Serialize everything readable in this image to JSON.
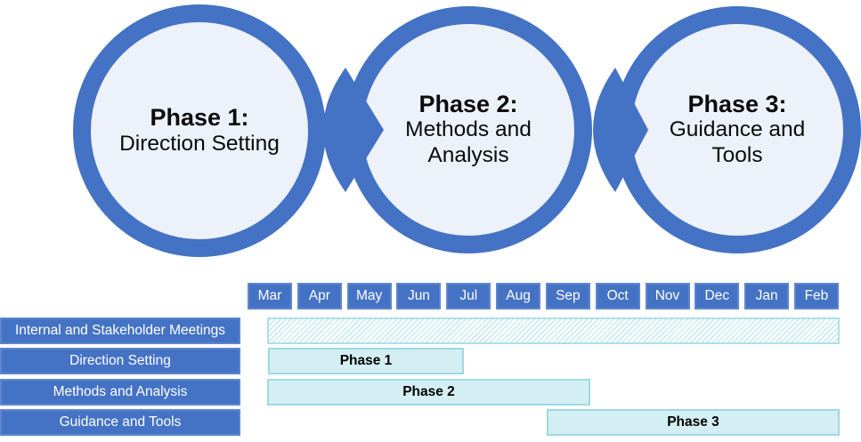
{
  "colors": {
    "blue": "#4472C4",
    "box_border": "#5E86CE",
    "circle_fill": "#EDF1FA",
    "bar_fill": "#D4EFF4",
    "bar_border": "#9FD9E3",
    "hatch_stripe": "#C9EBF1",
    "hatch_border": "#AEE0EA"
  },
  "diagram": {
    "phases": [
      {
        "title": "Phase 1:",
        "subtitle": "Direction Setting"
      },
      {
        "title": "Phase 2:",
        "subtitle": "Methods and Analysis"
      },
      {
        "title": "Phase 3:",
        "subtitle": "Guidance and Tools"
      }
    ]
  },
  "gantt": {
    "months": [
      "Mar",
      "Apr",
      "May",
      "Jun",
      "Jul",
      "Aug",
      "Sep",
      "Oct",
      "Nov",
      "Dec",
      "Jan",
      "Feb"
    ],
    "rows": [
      {
        "label": "Internal and Stakeholder Meetings",
        "bar_label": "",
        "bar_style": "hatched",
        "span": "Mar to Feb"
      },
      {
        "label": "Direction Setting",
        "bar_label": "Phase 1",
        "bar_style": "solid",
        "span": "Mar to mid-Jul"
      },
      {
        "label": "Methods and Analysis",
        "bar_label": "Phase 2",
        "bar_style": "solid",
        "span": "Mar to end of Sep"
      },
      {
        "label": "Guidance and Tools",
        "bar_label": "Phase 3",
        "bar_style": "solid",
        "span": "Sep to Feb"
      }
    ]
  }
}
